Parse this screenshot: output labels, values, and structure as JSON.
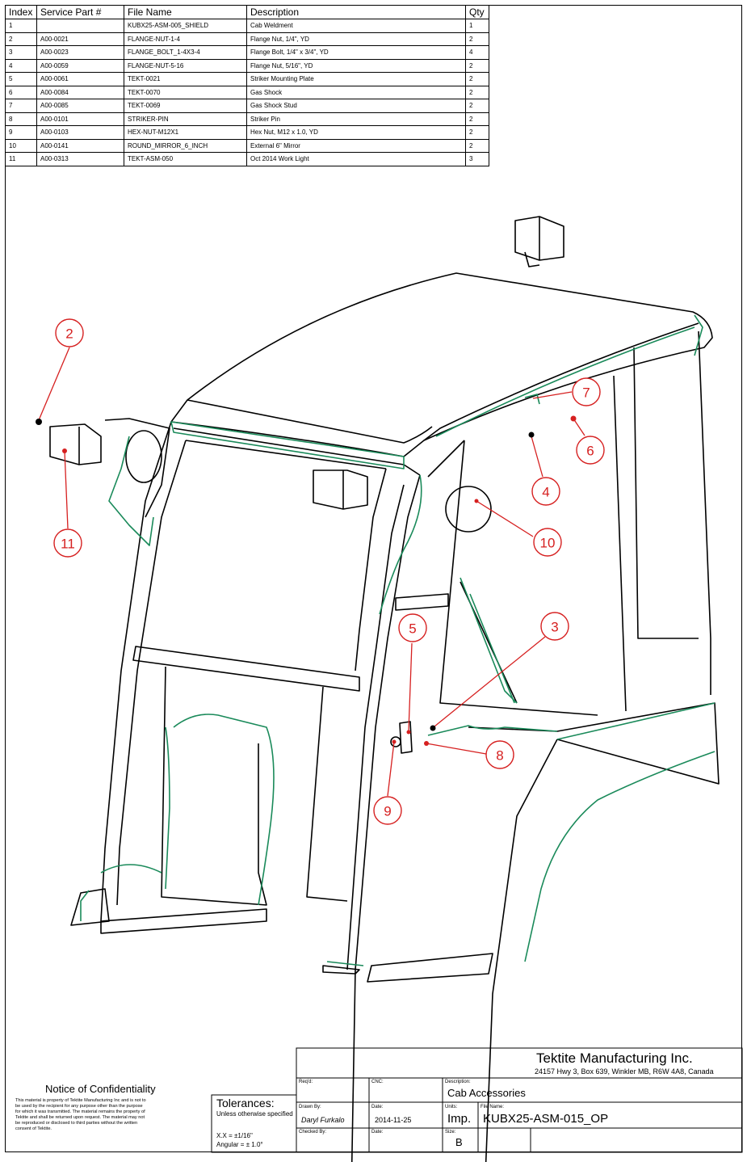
{
  "bom": {
    "headers": [
      "Index",
      "Service Part #",
      "File Name",
      "Description",
      "Qty"
    ],
    "rows": [
      {
        "index": "1",
        "part": "",
        "file": "KUBX25-ASM-005_SHIELD",
        "desc": "Cab Weldment",
        "qty": "1"
      },
      {
        "index": "2",
        "part": "A00-0021",
        "file": "FLANGE-NUT-1-4",
        "desc": "Flange Nut, 1/4\", YD",
        "qty": "2"
      },
      {
        "index": "3",
        "part": "A00-0023",
        "file": "FLANGE_BOLT_1-4X3-4",
        "desc": "Flange Bolt, 1/4\" x 3/4\", YD",
        "qty": "4"
      },
      {
        "index": "4",
        "part": "A00-0059",
        "file": "FLANGE-NUT-5-16",
        "desc": "Flange Nut, 5/16\", YD",
        "qty": "2"
      },
      {
        "index": "5",
        "part": "A00-0061",
        "file": "TEKT-0021",
        "desc": "Striker Mounting Plate",
        "qty": "2"
      },
      {
        "index": "6",
        "part": "A00-0084",
        "file": "TEKT-0070",
        "desc": "Gas Shock",
        "qty": "2"
      },
      {
        "index": "7",
        "part": "A00-0085",
        "file": "TEKT-0069",
        "desc": "Gas Shock Stud",
        "qty": "2"
      },
      {
        "index": "8",
        "part": "A00-0101",
        "file": "STRIKER-PIN",
        "desc": "Striker Pin",
        "qty": "2"
      },
      {
        "index": "9",
        "part": "A00-0103",
        "file": "HEX-NUT-M12X1",
        "desc": "Hex Nut, M12 x 1.0, YD",
        "qty": "2"
      },
      {
        "index": "10",
        "part": "A00-0141",
        "file": "ROUND_MIRROR_6_INCH",
        "desc": "External 6\" Mirror",
        "qty": "2"
      },
      {
        "index": "11",
        "part": "A00-0313",
        "file": "TEKT-ASM-050",
        "desc": "Oct 2014 Work Light",
        "qty": "3"
      }
    ]
  },
  "callouts": [
    "2",
    "11",
    "7",
    "6",
    "4",
    "10",
    "5",
    "3",
    "8",
    "9"
  ],
  "colors": {
    "callout": "#d62020",
    "outline": "#000000",
    "accent": "#1a8a5a"
  },
  "title_block": {
    "company": "Tektite Manufacturing Inc.",
    "address": "24157 Hwy 3, Box 639, Winkler MB, R6W 4A8, Canada",
    "reqd_label": "Req'd:",
    "cnc_label": "CNC:",
    "description_label": "Description:",
    "description": "Cab Accessories",
    "drawn_by_label": "Drawn By:",
    "drawn_by": "Daryl Furkalo",
    "date_label": "Date:",
    "date": "2014-11-25",
    "units_label": "Units:",
    "units": "Imp.",
    "file_name_label": "File Name:",
    "file_name": "KUBX25-ASM-015_OP",
    "checked_by_label": "Checked By:",
    "date2_label": "Date:",
    "size_label": "Size:",
    "size": "B",
    "tolerances_title": "Tolerances:",
    "tolerances_sub": "Unless otherwise specified",
    "tol_xx": "X.X = ±1/16\"",
    "tol_angular": "Angular = ± 1.0°"
  },
  "confidentiality": {
    "title": "Notice of Confidentiality",
    "text": "This material is property of Tektite Manufacturing Inc and is not to be used by the recipient for any purpose other than the purpose for which it was transmitted. The material remains the property of Tektite and shall be returned upon request. The material may not be reproduced or disclosed to third parties without the written consent of Tektite."
  }
}
